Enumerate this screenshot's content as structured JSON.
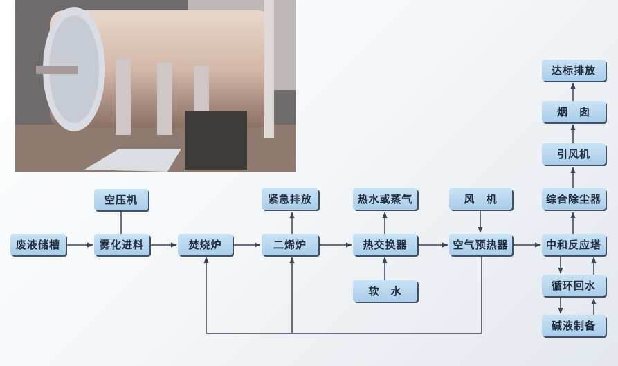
{
  "nodes": {
    "waste_tank": "废液储槽",
    "air_compressor": "空压机",
    "atomized_feed": "雾化进料",
    "incinerator": "焚烧炉",
    "emergency_discharge": "紧急排放",
    "secondary_furnace": "二烯炉",
    "hot_water_steam": "热水或蒸气",
    "heat_exchanger": "热交换器",
    "soft_water": "软　水",
    "fan": "风　机",
    "air_preheater": "空气预热器",
    "neutralization_tower": "中和反应塔",
    "circulating_water": "循环回水",
    "alkali_prep": "碱液制备",
    "dust_collector": "综合除尘器",
    "induced_fan": "引风机",
    "chimney": "烟　囱",
    "compliant_discharge": "达标排放"
  },
  "colors": {
    "box": "#b5d5ee",
    "line": "#3a4456",
    "text": "#1f2a3a"
  }
}
